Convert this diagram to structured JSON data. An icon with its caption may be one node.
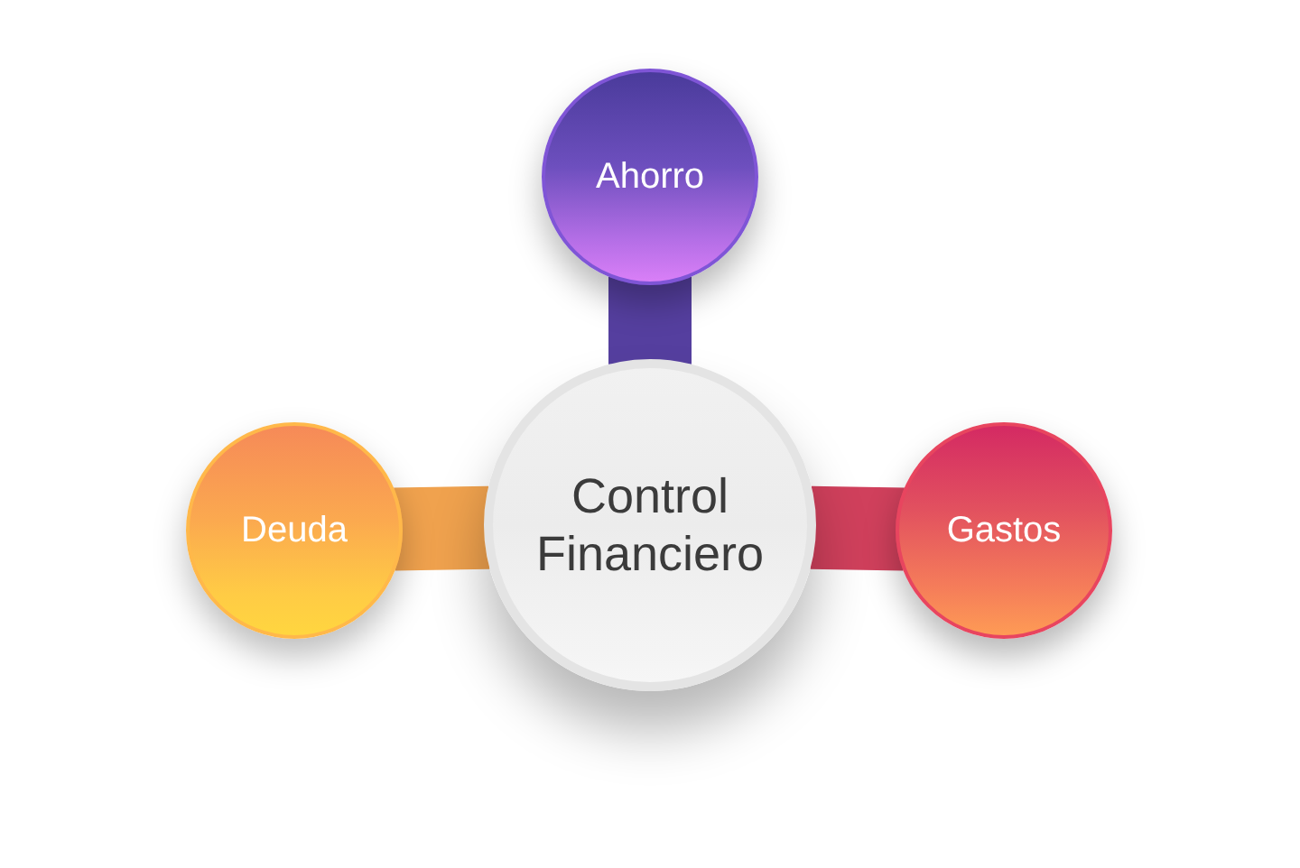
{
  "diagram": {
    "nodes": [
      {
        "text": [
          "Ahorro"
        ]
      },
      {
        "text": [
          "Deuda"
        ]
      },
      {
        "text": [
          "Control Financiero"
        ]
      },
      {
        "text": [
          "Gastos"
        ]
      }
    ],
    "edges": [
      {
        "from": 2,
        "to": 0,
        "arrow": "none",
        "color": "#553f9f"
      },
      {
        "from": 2,
        "to": 1,
        "arrow": "none",
        "color": "#f0a24e"
      },
      {
        "from": 2,
        "to": 3,
        "arrow": "none",
        "color": "#d0405c"
      }
    ]
  }
}
